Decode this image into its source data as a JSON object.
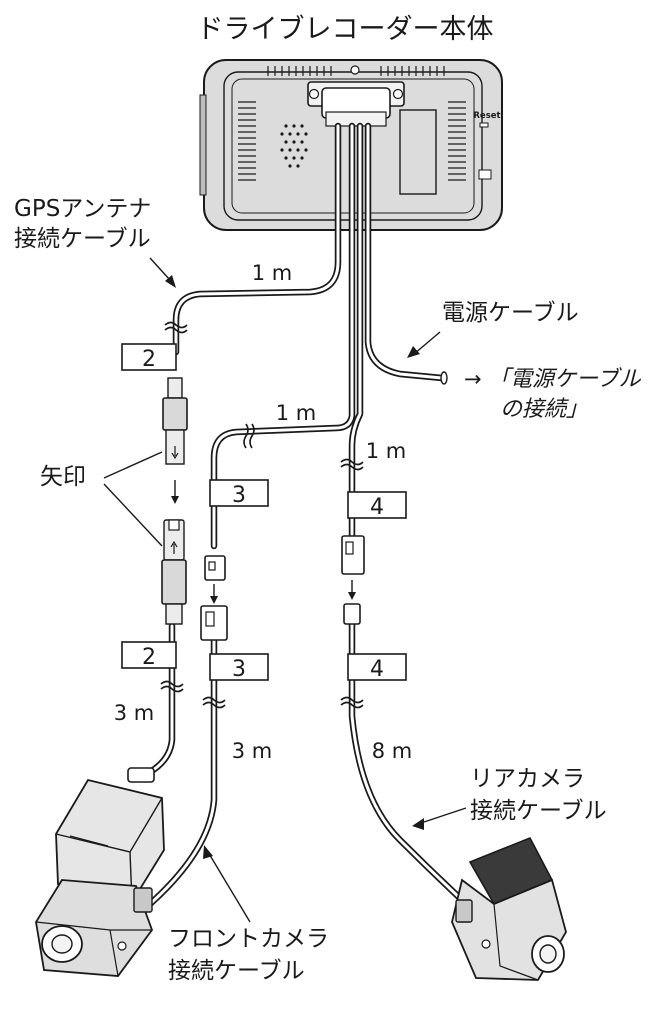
{
  "title": "ドライブレコーダー本体",
  "reset_label": "Reset",
  "cables": {
    "gps": {
      "label_line1": "GPSアンテナ",
      "label_line2": "接続ケーブル"
    },
    "power": {
      "label": "電源ケーブル",
      "note_line1": "「電源ケーブル",
      "note_line2": "の接続」"
    },
    "rear": {
      "label_line1": "リアカメラ",
      "label_line2": "接続ケーブル"
    },
    "front": {
      "label_line1": "フロントカメラ",
      "label_line2": "接続ケーブル"
    }
  },
  "lengths": {
    "gps_top": "1 m",
    "front_top": "1 m",
    "rear_top": "1 m",
    "gps_bottom": "3 m",
    "front_bottom": "3 m",
    "rear_bottom": "8 m"
  },
  "connector_tags": {
    "gps_upper": "2",
    "gps_lower": "2",
    "front_upper": "3",
    "front_lower": "3",
    "rear_upper": "4",
    "rear_lower": "4"
  },
  "arrow_label": "矢印",
  "arrow_glyph": "→"
}
